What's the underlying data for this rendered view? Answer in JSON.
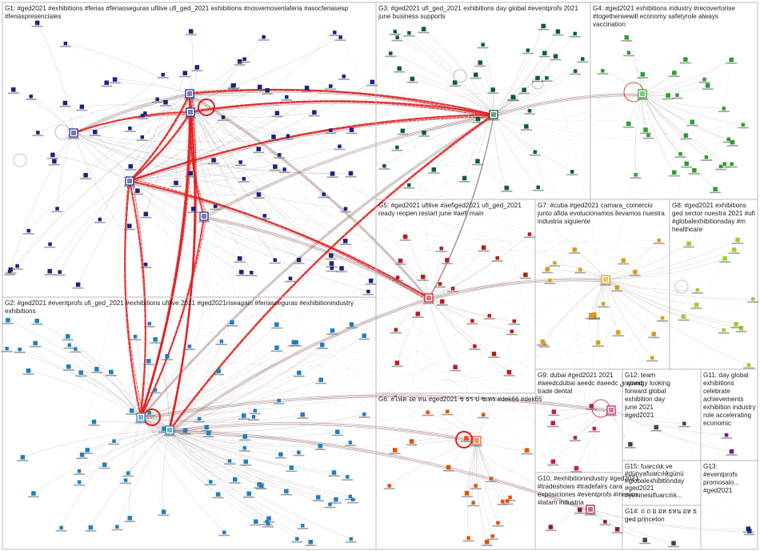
{
  "groups": [
    {
      "id": "G1",
      "lines": [
        "G1: #ged2021 #exhibitions #ferias #feriasseguras ufilive ufi_ged_2021 exhibitions #nosvemosenlaferia #asocferiasesp",
        "#feriaspresenciales"
      ],
      "color": "#1a237e"
    },
    {
      "id": "G2",
      "lines": [
        "G2: #ged2021 #eventprofs ufi_ged_2021 #exhibitions ufilive 2021 #ged2021riseagain #feriasseguras #exhibitionindustry",
        "exhibitions"
      ],
      "color": "#1f7fbf"
    },
    {
      "id": "G3",
      "lines": [
        "G3: #ged2021 ufi_ged_2021 exhibitions day global #eventprofs 2021",
        "june business supports"
      ],
      "color": "#0b5e36"
    },
    {
      "id": "G4",
      "lines": [
        "G4: #ged2021 exhibitions industry #recovertorise",
        "#togetherwewill economy safetyrole always",
        "vaccination"
      ],
      "color": "#2aa02a"
    },
    {
      "id": "G5",
      "lines": [
        "G5: #ged2021 ufilive #aefiged2021 ufi_ged_2021",
        "ready reopen restart june #aefi main"
      ],
      "color": "#b71c1c"
    },
    {
      "id": "G6",
      "lines": [
        "G6: #ไฟค งต หน #ged2021 ช ธร ป ชเทร #dek66 #dek65"
      ],
      "color": "#e65100"
    },
    {
      "id": "G7",
      "lines": [
        "G7: #cuba #ged2021 camara_comercio",
        "junto afida evolucionamos llevamos nuestra",
        "industria siguiente"
      ],
      "color": "#d4a017"
    },
    {
      "id": "G8",
      "lines": [
        "G8: #ged2021 exhibitions",
        "ged sector nuestra 2021 #ufi",
        "#globalexhibitionsday #m",
        "healthcare"
      ],
      "color": "#9acd32"
    },
    {
      "id": "G9",
      "lines": [
        "G9: dubai #ged2021 2021",
        "#aeedcdubai aeedc #aeedc ق stand",
        "trade dental"
      ],
      "color": "#c2185b"
    },
    {
      "id": "G10",
      "lines": [
        "G10: #exhibitionindustry #ged2021",
        "#tradeshows #tradefairs cara",
        "exposiciones #eventprofs #mexico",
        "#latam industria"
      ],
      "color": "#8b1a3a"
    },
    {
      "id": "G11",
      "lines": [
        "G11: day global",
        "exhibitions",
        "celebrate",
        "achievements",
        "exhibition industry",
        "role accelerating",
        "economic"
      ],
      "color": "#6a1b9a"
    },
    {
      "id": "G12",
      "lines": [
        "G12: team",
        "synergy looking",
        "forward global",
        "exhibition day",
        "june 2021",
        "#ged2021"
      ],
      "color": "#37474f"
    },
    {
      "id": "G13",
      "lines": [
        "G13:",
        "#eventprofs",
        "promosalo...",
        "#ged2021"
      ],
      "color": "#1a237e"
    },
    {
      "id": "G14",
      "lines": [
        "G14: ถ ถ อ อห ธหน อห ธ",
        "ged princeton"
      ],
      "color": "#424242"
    },
    {
      "id": "G15",
      "lines": [
        "G15: fuarcılık ve",
        "#dünyafuarcılıkgünü",
        "#globalexhibitionday",
        "#ged2021",
        "#yeninesilfuarcılık..."
      ],
      "color": "#424242"
    }
  ]
}
